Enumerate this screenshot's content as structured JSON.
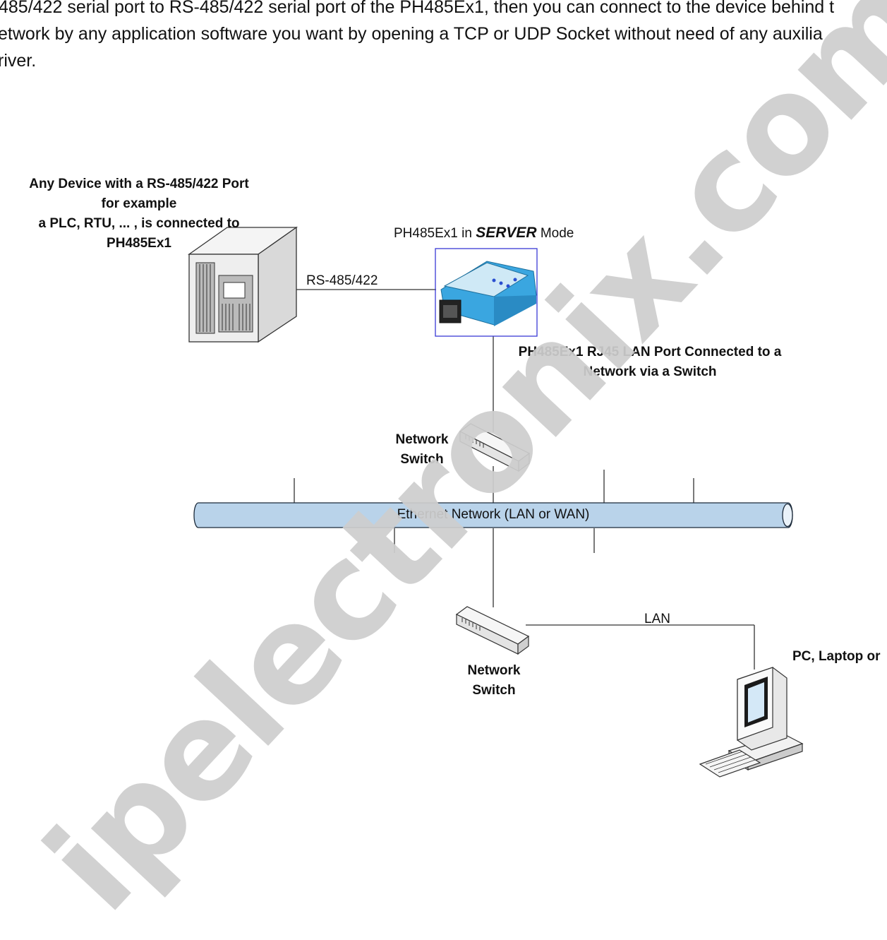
{
  "intro": {
    "line1": "485/422 serial port to RS-485/422 serial port of the PH485Ex1, then you can connect to the device behind t",
    "line2": "etwork by any application software you want by opening a TCP or UDP Socket without need of any auxilia",
    "line3": "river."
  },
  "device": {
    "label_lines": [
      "Any Device with a RS-485/422 Port",
      "for example",
      "a PLC, RTU, ... , is connected to",
      "PH485Ex1"
    ],
    "icon": "server-tower-icon"
  },
  "serial_link": {
    "label": "RS-485/422"
  },
  "converter": {
    "title_prefix": "PH485Ex1 in ",
    "title_emphasis": "SERVER",
    "title_suffix": " Mode",
    "icon": "serial-converter-icon",
    "lan_note_lines": [
      "PH485Ex1 RJ45 LAN Port Connected to a",
      "Network via a Switch"
    ],
    "box_color": "#3a3ad6",
    "body_color": "#3aa6e0"
  },
  "switch_top": {
    "label_lines": [
      "Network",
      "Switch"
    ],
    "icon": "network-switch-icon"
  },
  "network": {
    "label": "Ethernet Network (LAN or WAN)",
    "fill": "#b9d3ea",
    "stroke": "#1c2a3a"
  },
  "switch_bottom": {
    "label_lines": [
      "Network",
      "Switch"
    ],
    "icon": "network-switch-icon"
  },
  "lan_link": {
    "label": "LAN"
  },
  "pc": {
    "label": "PC, Laptop or",
    "icon": "desktop-pc-icon"
  },
  "watermark": {
    "text": "ipelectronix.com"
  }
}
